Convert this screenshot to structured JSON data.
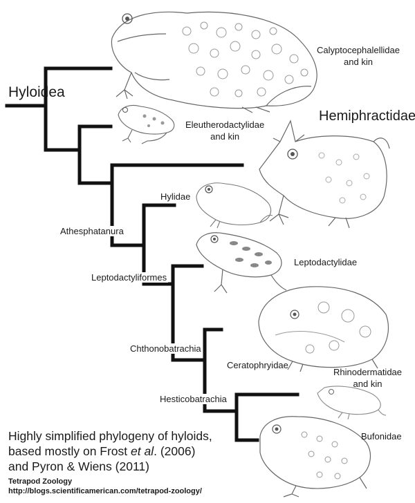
{
  "root_label": "Hyloidea",
  "node_labels": {
    "athesphatanura": "Athesphatanura",
    "leptodactyliformes": "Leptodactyliformes",
    "chthonobatrachia": "Chthonobatrachia",
    "hesticobatrachia": "Hesticobatrachia"
  },
  "clades": {
    "calyptocephalellidae": [
      "Calyptocephalellidae",
      "and kin"
    ],
    "eleutherodactylidae": [
      "Eleutherodactylidae",
      "and kin"
    ],
    "hemiphractidae": "Hemiphractidae",
    "hylidae": "Hylidae",
    "leptodactylidae": "Leptodactylidae",
    "ceratophryidae": "Ceratophryidae",
    "rhinodermatidae": [
      "Rhinodermatidae",
      "and kin"
    ],
    "bufonidae": "Bufonidae"
  },
  "caption": {
    "line1": "Highly simplified phylogeny of hyloids,",
    "line2_pre": "based mostly on Frost ",
    "line2_italic": "et al",
    "line2_post": ". (2006)",
    "line3": "and Pyron & Wiens (2011)"
  },
  "credit": {
    "title": "Tetrapod Zoology",
    "url": "http://blogs.scientificamerican.com/tetrapod-zoology/"
  },
  "colors": {
    "tree": "#111111",
    "ink": "#555555",
    "ink_light": "#9a9a9a"
  },
  "illustrations": [
    "calyptocephalella-frog-drawing",
    "eleutherodactylus-frog-drawing",
    "hemiphractus-frog-drawing",
    "hylid-frog-drawing",
    "leptodactylus-frog-drawing",
    "ceratophrys-frog-drawing",
    "rhinoderma-frog-drawing",
    "bufo-toad-drawing"
  ]
}
